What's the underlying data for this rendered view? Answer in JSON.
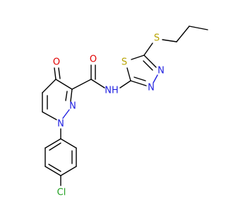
{
  "colors": {
    "carbon_bond": "#000000",
    "nitrogen": "#2020e0",
    "oxygen": "#e00000",
    "sulfur": "#b8a400",
    "chlorine": "#20a020",
    "background": "#ffffff"
  },
  "atoms": {
    "o_ketone": "O",
    "o_amide": "O",
    "n1": "N",
    "n2": "N",
    "nh": "NH",
    "thiadiazole_s": "S",
    "thiadiazole_n3": "N",
    "thiadiazole_n4": "N",
    "thioether_s": "S",
    "chlorine": "Cl"
  }
}
